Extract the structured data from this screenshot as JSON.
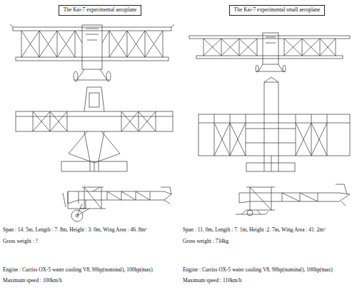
{
  "diagram": {
    "nodes": [
      {
        "text": [
          "The Kai-7 experimental aeroplane"
        ]
      },
      {
        "text": [
          "The Kai-7 experimental small aeroplane"
        ]
      }
    ],
    "labels": [
      "Span : 14. 5m, Length : 7. 8m, Height : 3. 0m, Wing Area : 46. 8m²",
      "Gross weight : ?",
      "Engine : Curtiss OX-5 water cooling V8, 90hp(nominal), 100hp(max)",
      "Maximum speed : 100km/h",
      "Span : 11. 0m, Length : 7. 1m, Height :2. 7m, Wing Area : 41. 2m²",
      "Gross weight : 734kg",
      "Engine : Curtiss OX-5 water cooling V8, 90hp(nominal), 100hp(max)",
      "Maximum speed : 110km/h"
    ]
  }
}
